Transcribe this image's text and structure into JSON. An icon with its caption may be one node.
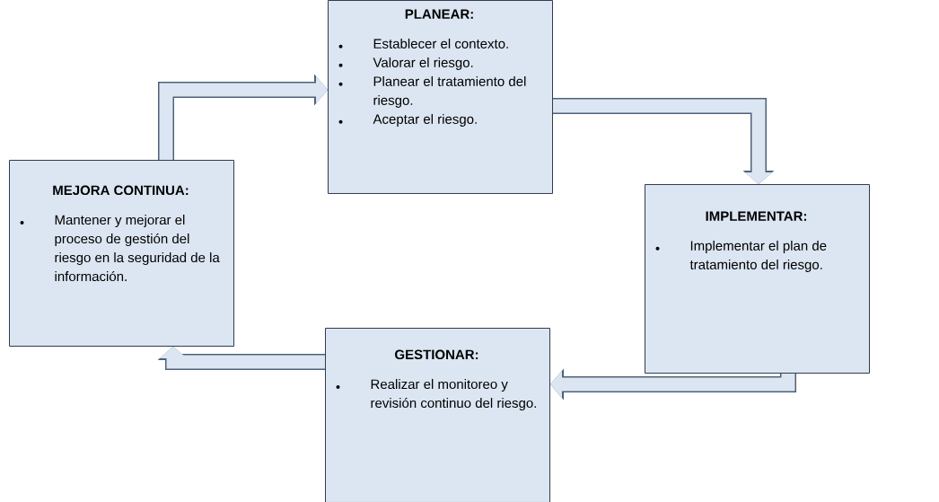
{
  "diagram": {
    "nodes": [
      {
        "text": [
          "PLANEAR:",
          "Establecer el contexto.",
          "Valorar el riesgo.",
          "Planear el tratamiento del riesgo.",
          "Aceptar el riesgo."
        ]
      },
      {
        "text": [
          "MEJORA CONTINUA:",
          "Mantener y mejorar el proceso de gestión del riesgo en la seguridad de la información."
        ]
      },
      {
        "text": [
          "IMPLEMENTAR:",
          "Implementar el plan de tratamiento del riesgo."
        ]
      },
      {
        "text": [
          "GESTIONAR:",
          "Realizar el monitoreo y revisión continuo del riesgo."
        ]
      }
    ],
    "edges": [
      {
        "from": 1,
        "to": 0,
        "arrow": "to"
      },
      {
        "from": 0,
        "to": 2,
        "arrow": "to"
      },
      {
        "from": 2,
        "to": 3,
        "arrow": "to"
      },
      {
        "from": 3,
        "to": 1,
        "arrow": "to"
      }
    ]
  }
}
